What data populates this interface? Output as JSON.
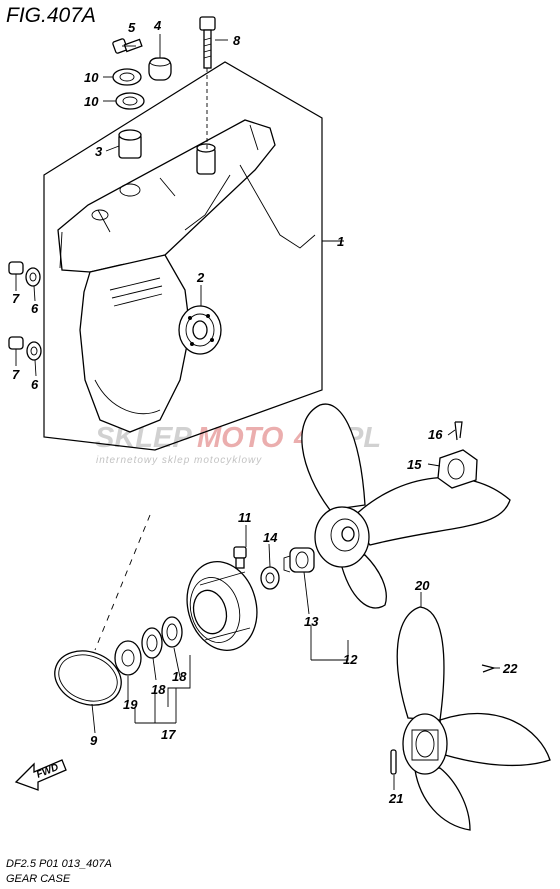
{
  "figure_title": "FIG.407A",
  "footer": {
    "code": "DF2.5 P01 013_407A",
    "caption": "GEAR CASE"
  },
  "watermark": {
    "brand_part1": "SKLEP",
    "brand_part2": "MOTO",
    "brand_part3": "46",
    "brand_part4": ".PL",
    "tagline": "internetowy sklep motocyklowy",
    "color_gray": "#c9c9c9",
    "color_red": "#e8a0a0"
  },
  "fwd_label": "FWD",
  "callouts": [
    {
      "id": "c1",
      "label": "1"
    },
    {
      "id": "c2",
      "label": "2"
    },
    {
      "id": "c3",
      "label": "3"
    },
    {
      "id": "c4",
      "label": "4"
    },
    {
      "id": "c5",
      "label": "5"
    },
    {
      "id": "c6a",
      "label": "6"
    },
    {
      "id": "c6b",
      "label": "6"
    },
    {
      "id": "c7a",
      "label": "7"
    },
    {
      "id": "c7b",
      "label": "7"
    },
    {
      "id": "c8",
      "label": "8"
    },
    {
      "id": "c9",
      "label": "9"
    },
    {
      "id": "c10a",
      "label": "10"
    },
    {
      "id": "c10b",
      "label": "10"
    },
    {
      "id": "c11",
      "label": "11"
    },
    {
      "id": "c12",
      "label": "12"
    },
    {
      "id": "c13",
      "label": "13"
    },
    {
      "id": "c14",
      "label": "14"
    },
    {
      "id": "c15",
      "label": "15"
    },
    {
      "id": "c16",
      "label": "16"
    },
    {
      "id": "c17",
      "label": "17"
    },
    {
      "id": "c18a",
      "label": "18"
    },
    {
      "id": "c18b",
      "label": "18"
    },
    {
      "id": "c19",
      "label": "19"
    },
    {
      "id": "c20",
      "label": "20"
    },
    {
      "id": "c21",
      "label": "21"
    },
    {
      "id": "c22",
      "label": "22"
    }
  ]
}
